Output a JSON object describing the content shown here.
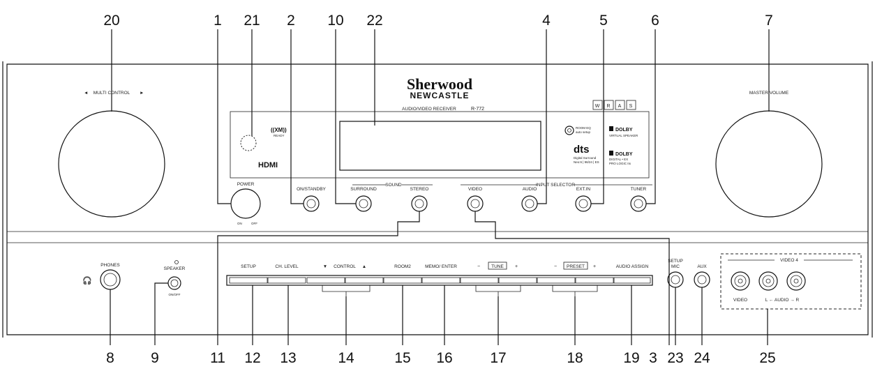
{
  "callouts": [
    "20",
    "1",
    "21",
    "2",
    "10",
    "22",
    "4",
    "5",
    "6",
    "7",
    "8",
    "9",
    "11",
    "12",
    "13",
    "14",
    "15",
    "16",
    "17",
    "18",
    "19",
    "3",
    "23",
    "24",
    "25"
  ],
  "brand": {
    "name": "Sherwood",
    "sub": "NEWCASTLE",
    "model_line": "AUDIO/VIDEO RECEIVER",
    "model": "R-772"
  },
  "panel_labels": {
    "multi_control": "MULTI CONTROL",
    "master_volume": "MASTER VOLUME",
    "power": "POWER",
    "power_on": "ON",
    "power_off": "OFF",
    "on_standby": "ON/STANDBY",
    "sound": "SOUND",
    "surround": "SURROUND",
    "stereo": "STEREO",
    "input_selector": "INPUT SELECTOR",
    "video": "VIDEO",
    "audio": "AUDIO",
    "ext_in": "EXT.IN",
    "tuner": "TUNER",
    "phones": "PHONES",
    "speaker": "SPEAKER",
    "speaker_onoff": "ON/OFF",
    "setup": "SETUP",
    "ch_level": "CH. LEVEL",
    "control": "CONTROL",
    "room2": "ROOM2",
    "memo_enter": "MEMO/ ENTER",
    "tune": "TUNE",
    "preset": "PRESET",
    "minus": "−",
    "plus": "+",
    "up": "▲",
    "down": "▼",
    "audio_assign": "AUDIO ASSIGN",
    "setup_mic_1": "SETUP",
    "setup_mic_2": "MIC",
    "aux": "AUX",
    "video4": "VIDEO 4",
    "v4_video": "VIDEO",
    "v4_audio": "L ← AUDIO → R"
  },
  "logos": {
    "xm": "((XM))",
    "xm_sub": "READY",
    "hdmi": "HDMI",
    "wras": [
      "W",
      "R",
      "A",
      "S"
    ],
    "room_eq": "ROOM EQ",
    "auto_setup": "auto setup",
    "dolby": "DOLBY",
    "virtual_speaker": "VIRTUAL SPEAKER",
    "dts": "dts",
    "dts_sub": "Digital Surround",
    "dts_sub2": "Neo:6 | 96/24 | ES",
    "dolby_digital_ex": "DIGITAL • EX",
    "pro_logic": "PRO LOGIC IIx"
  }
}
